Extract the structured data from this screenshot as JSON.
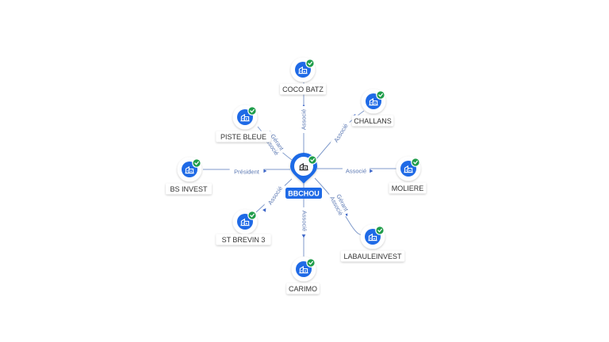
{
  "colors": {
    "node_blue": "#1f6ae6",
    "check_green": "#1f9d4a",
    "edge": "#7f9acb",
    "label_text": "#333333"
  },
  "center": {
    "label": "BBCHOU",
    "icon": "company-building-icon",
    "verified": true
  },
  "nodes": [
    {
      "id": "coco-batz",
      "label": "COCO BATZ",
      "icon": "company-building-icon",
      "verified": true
    },
    {
      "id": "challans",
      "label": "CHALLANS",
      "icon": "company-building-icon",
      "verified": true
    },
    {
      "id": "moliere",
      "label": "MOLIERE",
      "icon": "company-building-icon",
      "verified": true
    },
    {
      "id": "labauleinvest",
      "label": "LABAULEINVEST",
      "icon": "company-building-icon",
      "verified": true
    },
    {
      "id": "carimo",
      "label": "CARIMO",
      "icon": "company-building-icon",
      "verified": true
    },
    {
      "id": "st-brevin-3",
      "label": "ST BREVIN 3",
      "icon": "company-building-icon",
      "verified": true
    },
    {
      "id": "bs-invest",
      "label": "BS INVEST",
      "icon": "company-building-icon",
      "verified": true
    },
    {
      "id": "piste-bleue",
      "label": "PISTE BLEUE",
      "icon": "company-building-icon",
      "verified": true
    }
  ],
  "edges": [
    {
      "to": "coco-batz",
      "roles": [
        "Associé"
      ]
    },
    {
      "to": "challans",
      "roles": [
        "Associé"
      ]
    },
    {
      "to": "moliere",
      "roles": [
        "Associé"
      ]
    },
    {
      "to": "labauleinvest",
      "roles": [
        "Gérant",
        "Associé"
      ]
    },
    {
      "to": "carimo",
      "roles": [
        "Associé"
      ]
    },
    {
      "to": "st-brevin-3",
      "roles": [
        "Associé"
      ]
    },
    {
      "to": "bs-invest",
      "roles": [
        "Président"
      ]
    },
    {
      "to": "piste-bleue",
      "roles": [
        "Gérant",
        "Associé"
      ]
    }
  ]
}
